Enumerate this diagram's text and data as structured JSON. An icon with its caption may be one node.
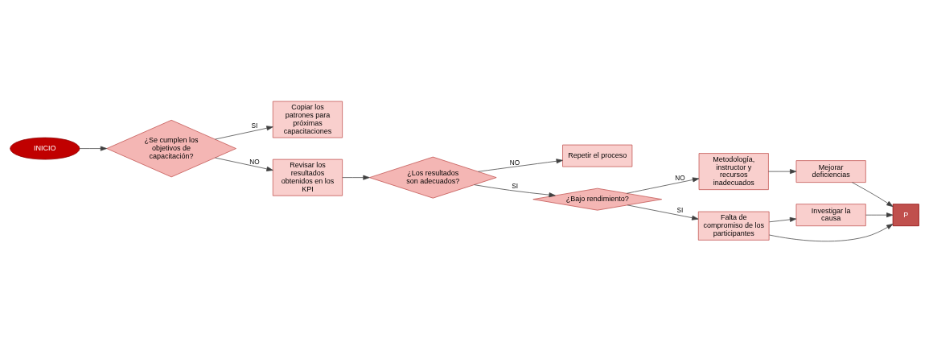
{
  "diagram": {
    "nodes": [
      {
        "text": [
          "INICIO"
        ]
      },
      {
        "text": [
          "¿Se cumplen los objetivos de capacitación?"
        ]
      },
      {
        "text": [
          "Copiar los patrones para próximas capacitaciones"
        ]
      },
      {
        "text": [
          "Revisar los resultados obtenidos en los KPI"
        ]
      },
      {
        "text": [
          "¿Los resultados son adecuados?"
        ]
      },
      {
        "text": [
          "Repetir el proceso"
        ]
      },
      {
        "text": [
          "¿Bajo rendimiento?"
        ]
      },
      {
        "text": [
          "Metodología, instructor y recursos inadecuados"
        ]
      },
      {
        "text": [
          "Mejorar deficiencias"
        ]
      },
      {
        "text": [
          "Falta de compromiso de los participantes"
        ]
      },
      {
        "text": [
          "Investigar la causa"
        ]
      },
      {
        "text": [
          "P"
        ]
      }
    ],
    "edges": [
      {
        "from": 0,
        "to": 1,
        "arrow": "to"
      },
      {
        "from": 1,
        "to": 2,
        "arrow": "to",
        "label": "SI"
      },
      {
        "from": 1,
        "to": 3,
        "arrow": "to",
        "label": "NO"
      },
      {
        "from": 3,
        "to": 4,
        "arrow": "to"
      },
      {
        "from": 4,
        "to": 6,
        "arrow": "to",
        "label": "SI"
      },
      {
        "from": 4,
        "to": 5,
        "arrow": "to",
        "label": "NO"
      },
      {
        "from": 6,
        "to": 7,
        "arrow": "to",
        "label": "NO"
      },
      {
        "from": 7,
        "to": 8,
        "arrow": "to"
      },
      {
        "from": 6,
        "to": 9,
        "arrow": "to",
        "label": "SI"
      },
      {
        "from": 9,
        "to": 10,
        "arrow": "to"
      },
      {
        "from": 8,
        "to": 11,
        "arrow": "to"
      },
      {
        "from": 9,
        "to": 11,
        "arrow": "to"
      },
      {
        "from": 10,
        "to": 11,
        "arrow": "to"
      }
    ]
  }
}
